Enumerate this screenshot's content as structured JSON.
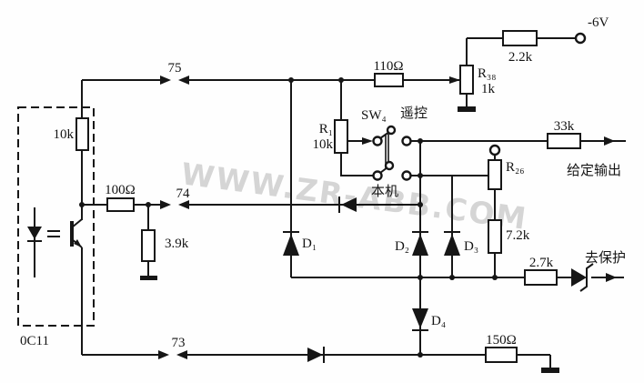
{
  "watermark": "WWW.ZR-ABB.COM",
  "colors": {
    "ink": "#161616",
    "background": "#fefefe",
    "watermark": "#b5b5b5"
  },
  "labels": {
    "t75": "75",
    "t74": "74",
    "t73": "73",
    "opto_pullup": "10k",
    "r100": "100Ω",
    "r39": "3.9k",
    "oc11": "0C11",
    "r110": "110Ω",
    "r1_name": "R₁",
    "r1_val": "10k",
    "sw4": "SW₄",
    "remote": "遥控",
    "local": "本机",
    "r38_name": "R₃₈",
    "r38_val": "1k",
    "r22": "2.2k",
    "vneg": "-6V",
    "r33": "33k",
    "setpoint_out": "给定输出",
    "r26_name": "R₂₆",
    "r72": "7.2k",
    "r27": "2.7k",
    "protect_out": "去保护",
    "d1": "D₁",
    "d2": "D₂",
    "d3": "D₃",
    "d4": "D₄",
    "r150": "150Ω"
  }
}
